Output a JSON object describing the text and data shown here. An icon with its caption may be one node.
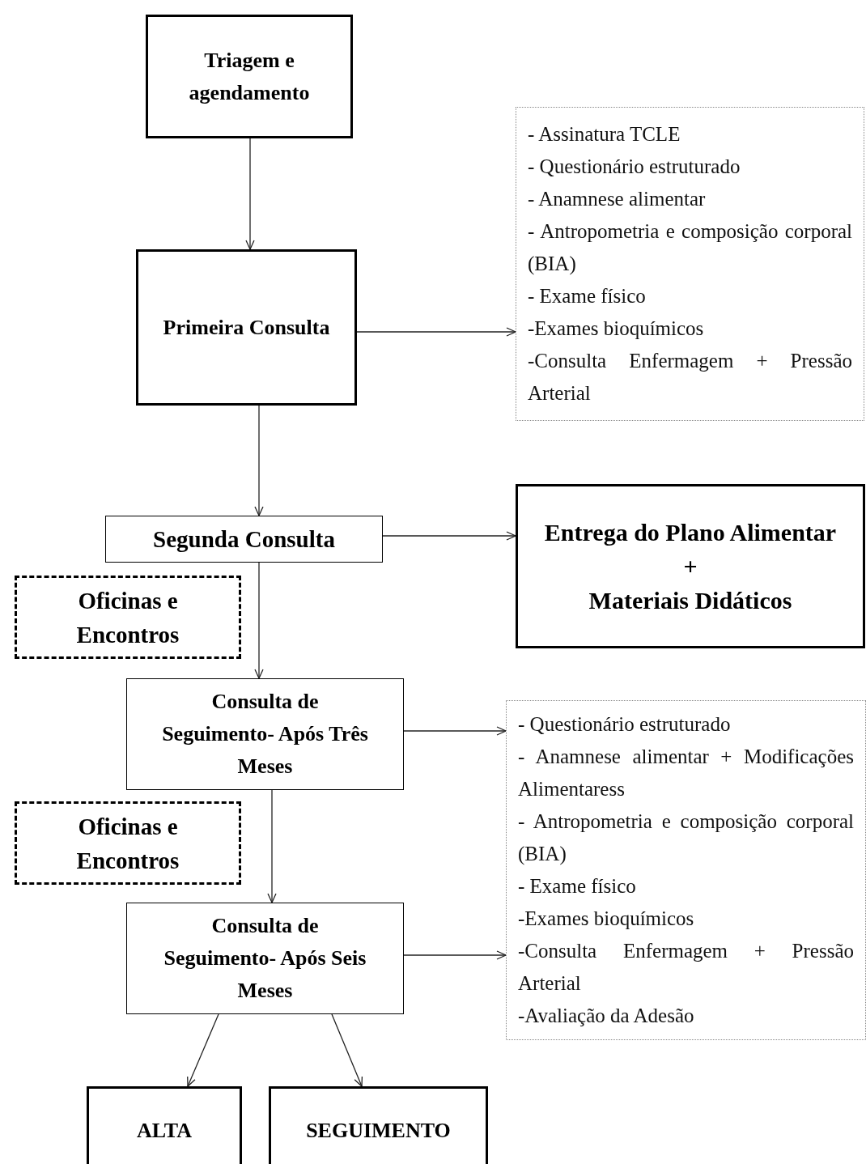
{
  "diagram": {
    "nodes": [
      {
        "text": [
          "Triagem e agendamento"
        ]
      },
      {
        "text": [
          "Primeira Consulta"
        ]
      },
      {
        "text": [
          "- Assinatura TCLE",
          "- Questionário estruturado",
          "- Anamnese alimentar",
          "- Antropometria e composição corporal (BIA)",
          "- Exame físico",
          "-Exames bioquímicos",
          "-Consulta Enfermagem + Pressão Arterial"
        ]
      },
      {
        "text": [
          "Segunda Consulta"
        ]
      },
      {
        "text": [
          "Entrega do Plano Alimentar",
          "+",
          "Materiais Didáticos"
        ]
      },
      {
        "text": [
          "Oficinas e Encontros"
        ]
      },
      {
        "text": [
          "Consulta de Seguimento- Após Três Meses"
        ]
      },
      {
        "text": [
          "- Questionário estruturado",
          "- Anamnese alimentar + Modificações Alimentaress",
          "- Antropometria e composição corporal (BIA)",
          "- Exame físico",
          "-Exames bioquímicos",
          "-Consulta Enfermagem + Pressão Arterial",
          "-Avaliação da Adesão"
        ]
      },
      {
        "text": [
          "Oficinas e Encontros"
        ]
      },
      {
        "text": [
          "Consulta de Seguimento- Após Seis Meses"
        ]
      },
      {
        "text": [
          "ALTA"
        ]
      },
      {
        "text": [
          "SEGUIMENTO"
        ]
      }
    ],
    "edges": [
      {
        "from": 0,
        "to": 1,
        "arrow": "to"
      },
      {
        "from": 1,
        "to": 2,
        "arrow": "to"
      },
      {
        "from": 1,
        "to": 3,
        "arrow": "to"
      },
      {
        "from": 3,
        "to": 4,
        "arrow": "to"
      },
      {
        "from": 3,
        "to": 6,
        "arrow": "to"
      },
      {
        "from": 6,
        "to": 7,
        "arrow": "to"
      },
      {
        "from": 6,
        "to": 9,
        "arrow": "to"
      },
      {
        "from": 9,
        "to": 7,
        "arrow": "to"
      },
      {
        "from": 9,
        "to": 10,
        "arrow": "to"
      },
      {
        "from": 9,
        "to": 11,
        "arrow": "to"
      }
    ]
  }
}
